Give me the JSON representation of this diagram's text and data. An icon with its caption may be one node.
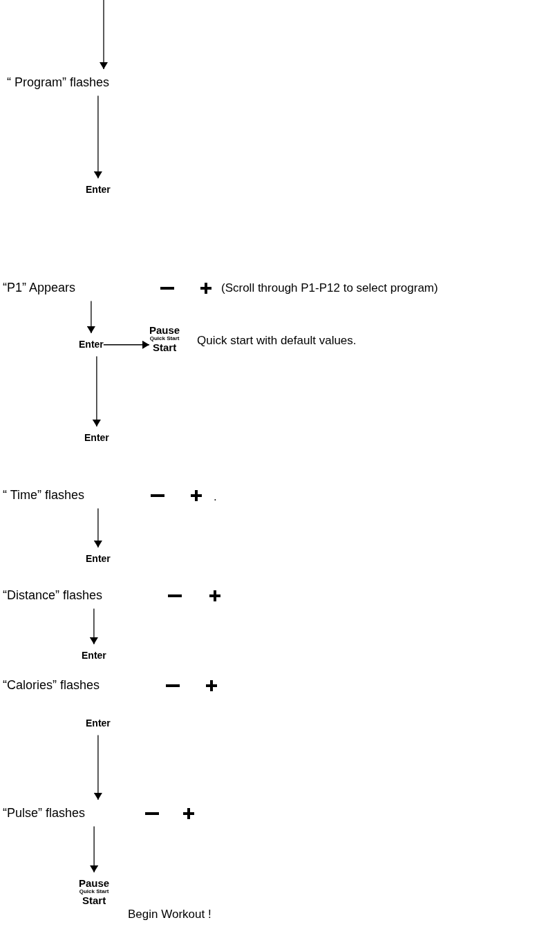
{
  "diagram": {
    "nodes": [
      {
        "text": [
          "“ Program” flashes"
        ]
      },
      {
        "text": [
          "Enter"
        ]
      },
      {
        "text": [
          "“P1” Appears"
        ]
      },
      {
        "text": [
          "Enter"
        ]
      },
      {
        "text": [
          "Pause",
          "Quick Start",
          "Start"
        ],
        "beside": [
          "Quick start with default values."
        ]
      },
      {
        "text": [
          "Enter"
        ]
      },
      {
        "text": [
          "“ Time” flashes"
        ]
      },
      {
        "text": [
          "Enter"
        ]
      },
      {
        "text": [
          "“Distance” flashes"
        ]
      },
      {
        "text": [
          "Enter"
        ]
      },
      {
        "text": [
          "“Calories” flashes"
        ]
      },
      {
        "text": [
          "Enter"
        ]
      },
      {
        "text": [
          "“Pulse” flashes"
        ]
      },
      {
        "text": [
          "Pause",
          "Quick Start",
          "Start"
        ],
        "beside": [
          "Begin Workout !"
        ]
      }
    ],
    "edges": [
      {
        "from": null,
        "to": 0,
        "arrow": "to"
      },
      {
        "from": 0,
        "to": 1,
        "arrow": "to"
      },
      {
        "from": 2,
        "to": 3,
        "arrow": "to"
      },
      {
        "from": 3,
        "to": 4,
        "arrow": "to"
      },
      {
        "from": 3,
        "to": 5,
        "arrow": "to"
      },
      {
        "from": 6,
        "to": 7,
        "arrow": "to"
      },
      {
        "from": 8,
        "to": 9,
        "arrow": "to"
      },
      {
        "from": 11,
        "to": 12,
        "arrow": "to"
      },
      {
        "from": 12,
        "to": 13,
        "arrow": "to"
      }
    ],
    "labels": [
      "(Scroll through P1-P12 to select program)",
      "."
    ]
  }
}
